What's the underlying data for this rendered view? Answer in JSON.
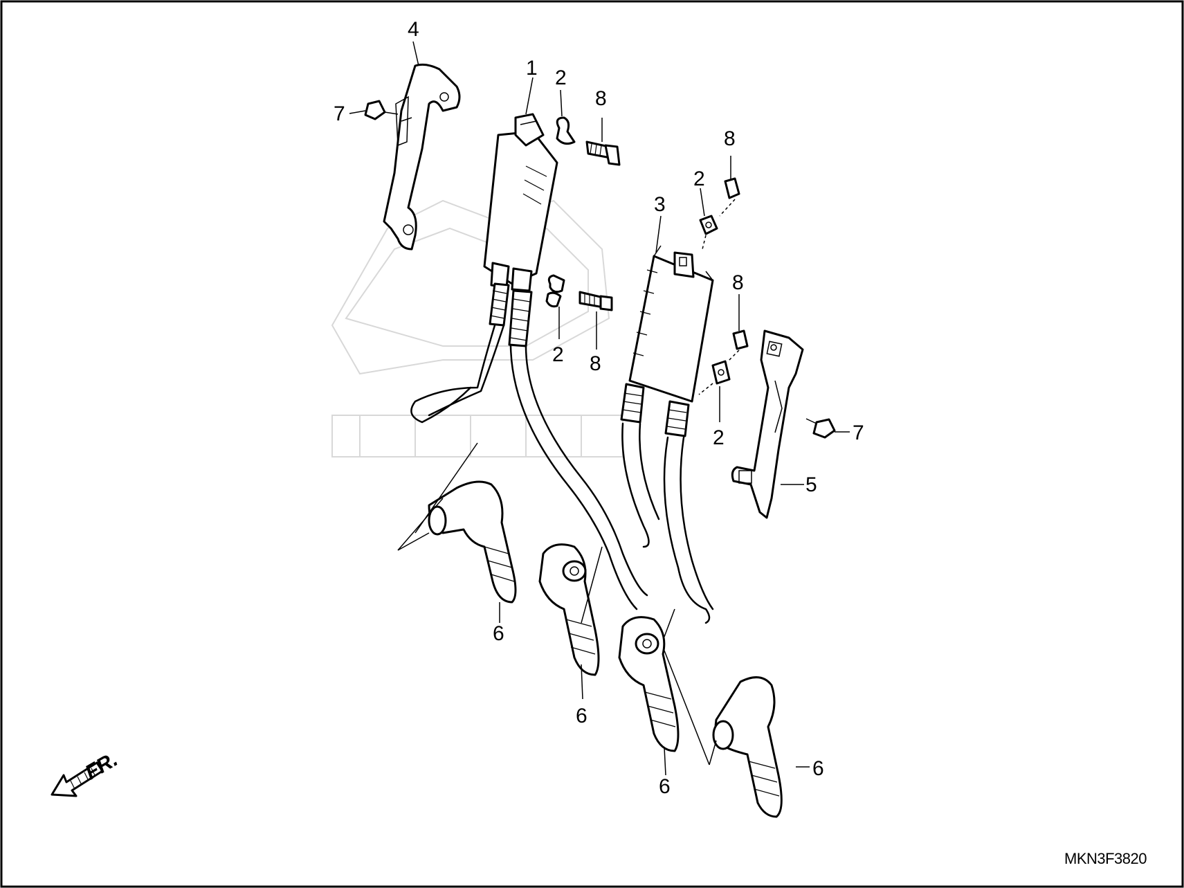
{
  "callouts": {
    "c1": "1",
    "c2a": "2",
    "c2b": "2",
    "c2c": "2",
    "c2d": "2",
    "c3": "3",
    "c4": "4",
    "c5": "5",
    "c6a": "6",
    "c6b": "6",
    "c6c": "6",
    "c6d": "6",
    "c7a": "7",
    "c7b": "7",
    "c8a": "8",
    "c8b": "8",
    "c8c": "8",
    "c8d": "8"
  },
  "direction_label": "FR.",
  "diagram_code": "MKN3F3820",
  "icons": {
    "front_arrow": "arrow-down-left-icon",
    "watermark": "brand-wing-watermark"
  }
}
